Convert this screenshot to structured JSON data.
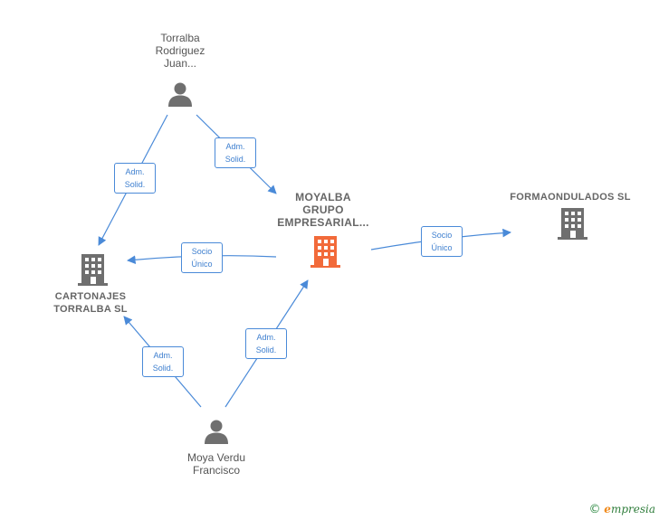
{
  "nodes": {
    "torralba": {
      "label": "Torralba\nRodriguez\nJuan..."
    },
    "moyalba": {
      "label": "MOYALBA\nGRUPO\nEMPRESARIAL..."
    },
    "formaondulados": {
      "label": "FORMAONDULADOS SL"
    },
    "cartonajes": {
      "label": "CARTONAJES\nTORRALBA SL"
    },
    "moya": {
      "label": "Moya Verdu\nFrancisco"
    }
  },
  "edges": {
    "e1": {
      "label": "Adm.\nSolid."
    },
    "e2": {
      "label": "Adm.\nSolid."
    },
    "e3": {
      "label": "Socio\nÚnico"
    },
    "e4": {
      "label": "Socio\nÚnico"
    },
    "e5": {
      "label": "Adm.\nSolid."
    },
    "e6": {
      "label": "Adm.\nSolid."
    }
  },
  "colors": {
    "edge": "#4a8ad8",
    "person_icon": "#6f6f6f",
    "company_icon": "#6f6f6f",
    "focus_company_icon": "#f26a3a"
  },
  "brand": {
    "copyright": "©",
    "initial": "e",
    "rest": "mpresia"
  }
}
